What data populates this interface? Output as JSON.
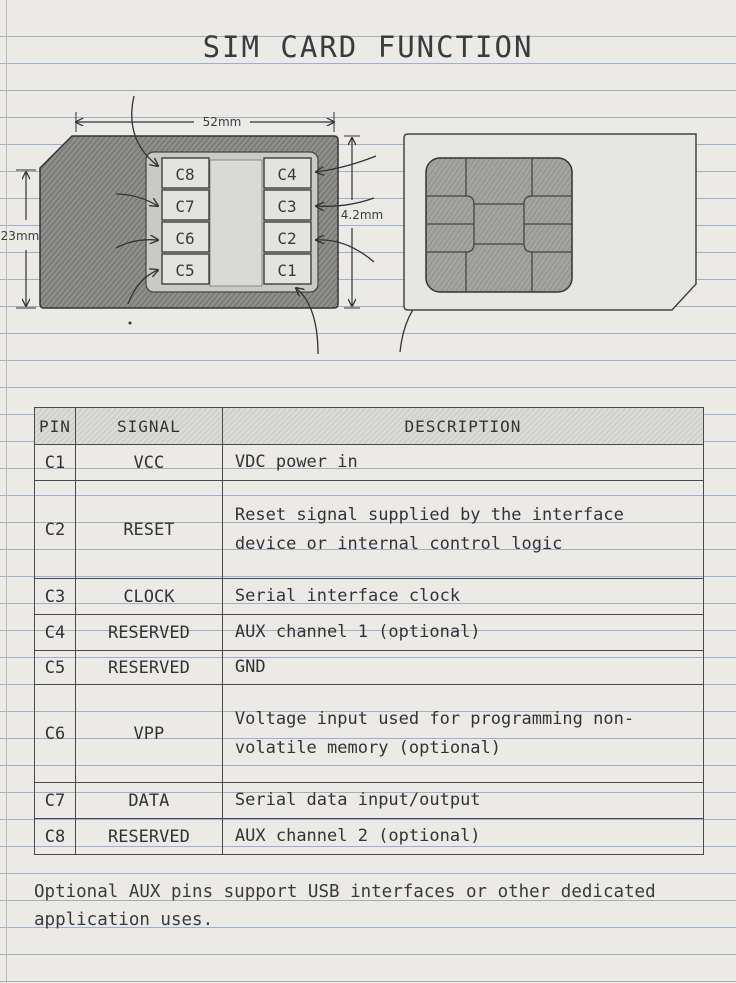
{
  "title": "SIM CARD FUNCTION",
  "dimensions": {
    "width": "52mm",
    "height": "23mm",
    "pin_pitch": "4.2mm"
  },
  "pin_labels": {
    "left": [
      "C8",
      "C7",
      "C6",
      "C5"
    ],
    "right": [
      "C4",
      "C3",
      "C2",
      "C1"
    ]
  },
  "table": {
    "headers": [
      "PIN",
      "SIGNAL",
      "DESCRIPTION"
    ],
    "rows": [
      {
        "pin": "C1",
        "signal": "VCC",
        "lines": [
          "VDC power in"
        ]
      },
      {
        "pin": "C2",
        "signal": "RESET",
        "lines": [
          "Reset signal supplied by the interface",
          "device or internal control logic"
        ]
      },
      {
        "pin": "C3",
        "signal": "CLOCK",
        "lines": [
          "Serial interface clock"
        ]
      },
      {
        "pin": "C4",
        "signal": "RESERVED",
        "lines": [
          "AUX channel 1 (optional)"
        ]
      },
      {
        "pin": "C5",
        "signal": "RESERVED",
        "lines": [
          "GND"
        ]
      },
      {
        "pin": "C6",
        "signal": "VPP",
        "lines": [
          "Voltage input used for programming non-",
          "volatile memory (optional)"
        ]
      },
      {
        "pin": "C7",
        "signal": "DATA",
        "lines": [
          "Serial data input/output"
        ]
      },
      {
        "pin": "C8",
        "signal": "RESERVED",
        "lines": [
          "AUX channel 2 (optional)"
        ]
      }
    ]
  },
  "footnote": "Optional AUX pins support USB interfaces or other dedicated application uses."
}
